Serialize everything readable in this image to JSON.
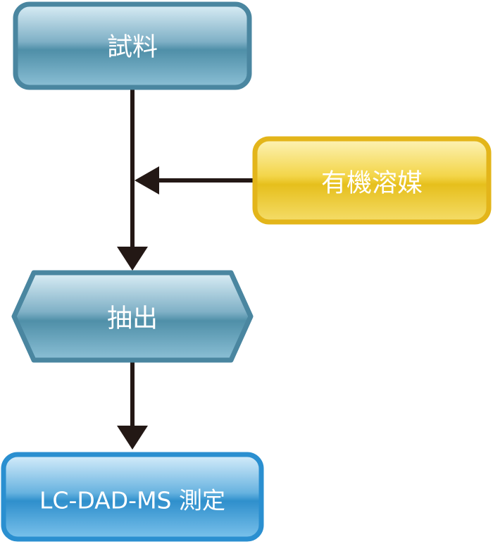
{
  "nodes": {
    "sample": {
      "label": "試料"
    },
    "solvent": {
      "label": "有機溶媒"
    },
    "extraction": {
      "label": "抽出"
    },
    "measurement": {
      "label": "LC-DAD-MS 測定"
    }
  },
  "colors": {
    "steel_blue": "#4f8fa8",
    "steel_blue_light": "#b9d7e4",
    "steel_blue_border": "#4a86a0",
    "gold": "#e6bf1c",
    "gold_light": "#fbeb8a",
    "gold_border": "#e3b51a",
    "bright_blue": "#2f8fcc",
    "bright_blue_light": "#a9d6f2",
    "bright_blue_border": "#2a8fd0",
    "arrow": "#231815"
  }
}
